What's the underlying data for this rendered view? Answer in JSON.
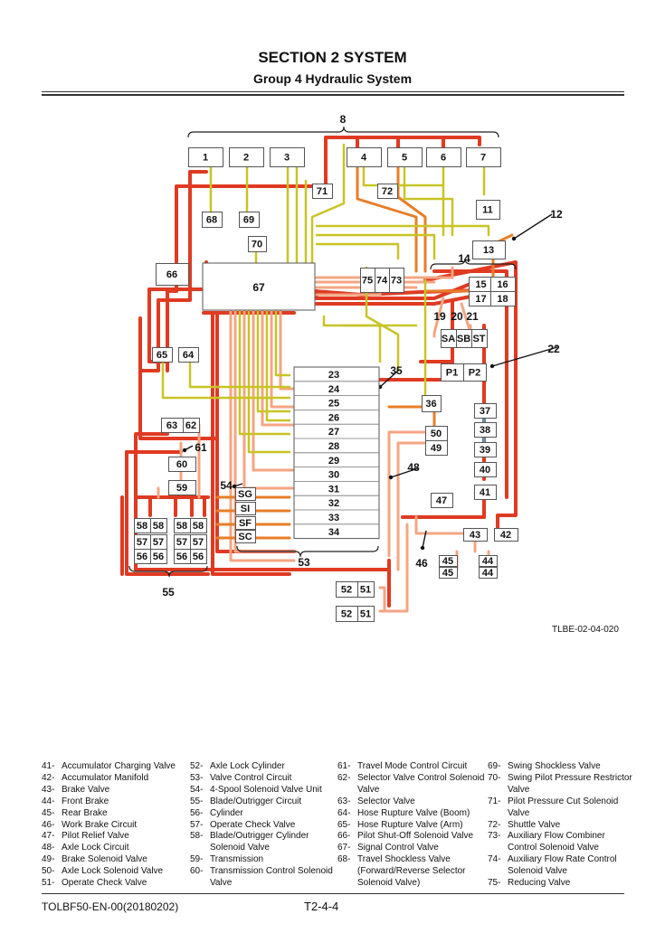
{
  "header": {
    "section": "SECTION 2 SYSTEM",
    "group": "Group 4 Hydraulic System"
  },
  "figure_id": "TLBE-02-04-020",
  "diagram": {
    "box_labels": {
      "1": "1",
      "2": "2",
      "3": "3",
      "4": "4",
      "5": "5",
      "6": "6",
      "7": "7",
      "11": "11",
      "13": "13",
      "15": "15",
      "16": "16",
      "17": "17",
      "18": "18",
      "36": "36",
      "37": "37",
      "38": "38",
      "39": "39",
      "40": "40",
      "41": "41",
      "42": "42",
      "43": "43",
      "47": "47",
      "49": "49",
      "50": "50",
      "59": "59",
      "60": "60",
      "62": "62",
      "63": "63",
      "64": "64",
      "65": "65",
      "66": "66",
      "67": "67",
      "68": "68",
      "69": "69",
      "70": "70",
      "71": "71",
      "72": "72",
      "73": "73",
      "74": "74",
      "75": "75",
      "44a": "44",
      "44b": "44",
      "45a": "45",
      "45b": "45",
      "51a": "51",
      "51b": "51",
      "52a": "52",
      "52b": "52",
      "56a": "56",
      "56b": "56",
      "56c": "56",
      "56d": "56",
      "57a": "57",
      "57b": "57",
      "57c": "57",
      "57d": "57",
      "58a": "58",
      "58b": "58",
      "58c": "58",
      "58d": "58",
      "SA": "SA",
      "SB": "SB",
      "ST": "ST",
      "P1": "P1",
      "P2": "P2",
      "SG": "SG",
      "SI": "SI",
      "SF": "SF",
      "SC": "SC"
    },
    "valve_sections": [
      "23",
      "24",
      "25",
      "26",
      "27",
      "28",
      "29",
      "30",
      "31",
      "32",
      "33",
      "34"
    ],
    "callouts": {
      "8": "8",
      "12": "12",
      "14": "14",
      "19": "19",
      "20": "20",
      "21": "21",
      "22": "22",
      "35": "35",
      "46": "46",
      "48": "48",
      "53": "53",
      "54": "54",
      "55": "55",
      "61": "61"
    },
    "colors": {
      "pressure": "#e03a22",
      "outline": "#f4a582",
      "pilot": "#e87e28",
      "signal": "#c8c425",
      "blue": "#3aa4c6"
    }
  },
  "legend": [
    [
      {
        "n": "41-",
        "t": "Accumulator Charging Valve"
      },
      {
        "n": "42-",
        "t": "Accumulator Manifold"
      },
      {
        "n": "43-",
        "t": "Brake Valve"
      },
      {
        "n": "44-",
        "t": "Front Brake"
      },
      {
        "n": "45-",
        "t": "Rear Brake"
      },
      {
        "n": "46-",
        "t": "Work Brake Circuit"
      },
      {
        "n": "47-",
        "t": "Pilot Relief Valve"
      },
      {
        "n": "48-",
        "t": "Axle Lock Circuit"
      },
      {
        "n": "49-",
        "t": "Brake Solenoid Valve"
      },
      {
        "n": "50-",
        "t": "Axle Lock Solenoid Valve"
      },
      {
        "n": "51-",
        "t": "Operate Check Valve"
      }
    ],
    [
      {
        "n": "52-",
        "t": "Axle Lock Cylinder"
      },
      {
        "n": "53-",
        "t": "Valve Control Circuit"
      },
      {
        "n": "54-",
        "t": "4-Spool Solenoid Valve Unit"
      },
      {
        "n": "55-",
        "t": "Blade/Outrigger Circuit"
      },
      {
        "n": "56-",
        "t": "Cylinder"
      },
      {
        "n": "57-",
        "t": "Operate Check Valve"
      },
      {
        "n": "58-",
        "t": "Blade/Outrigger Cylinder Solenoid Valve"
      },
      {
        "n": "59-",
        "t": "Transmission"
      },
      {
        "n": "60-",
        "t": "Transmission Control Solenoid Valve"
      }
    ],
    [
      {
        "n": "61-",
        "t": "Travel Mode Control Circuit"
      },
      {
        "n": "62-",
        "t": "Selector Valve Control Solenoid Valve"
      },
      {
        "n": "63-",
        "t": "Selector Valve"
      },
      {
        "n": "64-",
        "t": "Hose Rupture Valve (Boom)"
      },
      {
        "n": "65-",
        "t": "Hose Rupture Valve (Arm)"
      },
      {
        "n": "66-",
        "t": "Pilot Shut-Off Solenoid Valve"
      },
      {
        "n": "67-",
        "t": "Signal Control Valve"
      },
      {
        "n": "68-",
        "t": "Travel Shockless Valve (Forward/Reverse Selector Solenoid Valve)"
      }
    ],
    [
      {
        "n": "69-",
        "t": "Swing Shockless Valve"
      },
      {
        "n": "70-",
        "t": "Swing Pilot Pressure Restrictor Valve"
      },
      {
        "n": "71-",
        "t": "Pilot Pressure Cut Solenoid Valve"
      },
      {
        "n": "72-",
        "t": "Shuttle Valve"
      },
      {
        "n": "73-",
        "t": "Auxiliary Flow Combiner Control Solenoid Valve"
      },
      {
        "n": "74-",
        "t": "Auxiliary Flow Rate Control Solenoid Valve"
      },
      {
        "n": "75-",
        "t": "Reducing Valve"
      }
    ]
  ],
  "footer": {
    "code": "TOLBF50-EN-00(20180202)",
    "page": "T2-4-4"
  }
}
